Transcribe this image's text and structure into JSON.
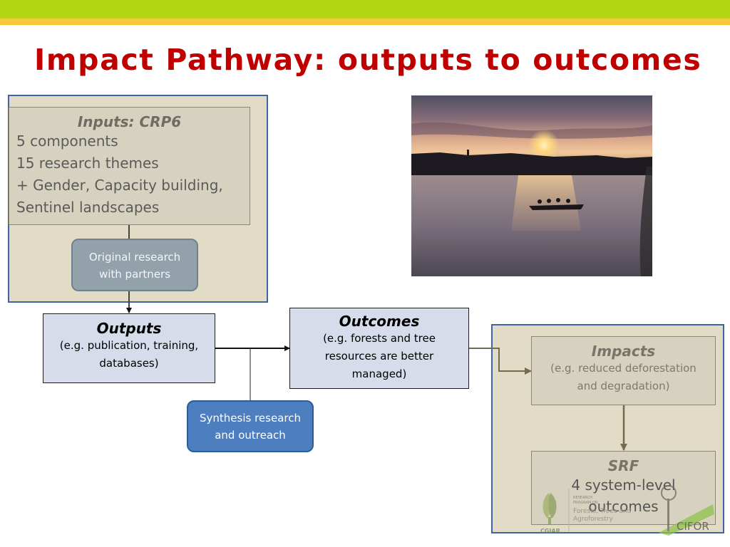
{
  "slide": {
    "title": "Impact Pathway: outputs to outcomes"
  },
  "inputs": {
    "heading": "Inputs: CRP6",
    "lines": [
      "5 components",
      "15 research themes",
      "+ Gender, Capacity building,",
      "Sentinel landscapes"
    ]
  },
  "original_research": {
    "lines": [
      "Original research",
      "with partners"
    ]
  },
  "outputs": {
    "heading": "Outputs",
    "lines": [
      "(e.g. publication, training,",
      "databases)"
    ]
  },
  "outcomes": {
    "heading": "Outcomes",
    "lines": [
      "(e.g. forests and tree",
      "resources are better",
      "managed)"
    ]
  },
  "synthesis": {
    "lines": [
      "Synthesis research",
      "and outreach"
    ]
  },
  "impacts": {
    "heading": "Impacts",
    "lines": [
      "(e.g. reduced deforestation",
      "and degradation)"
    ]
  },
  "srf": {
    "heading": "SRF",
    "lines": [
      "4 system-level",
      "outcomes"
    ]
  },
  "logos": {
    "cgiar": "CGIAR",
    "program_lines": [
      "RESEARCH",
      "PROGRAM ON",
      "Forests, Trees and",
      "Agroforestry"
    ],
    "cifor": "CIFOR"
  },
  "colors": {
    "title": "#c00000",
    "top_bar": "#b2d712",
    "accent_bar": "#f6c83a",
    "panel_fill": "#e2dcc7",
    "panel_border": "#3d64a4",
    "synthesis_fill": "#4c7ec0"
  },
  "photo": {
    "subject": "sunset over river with people in a canoe"
  }
}
